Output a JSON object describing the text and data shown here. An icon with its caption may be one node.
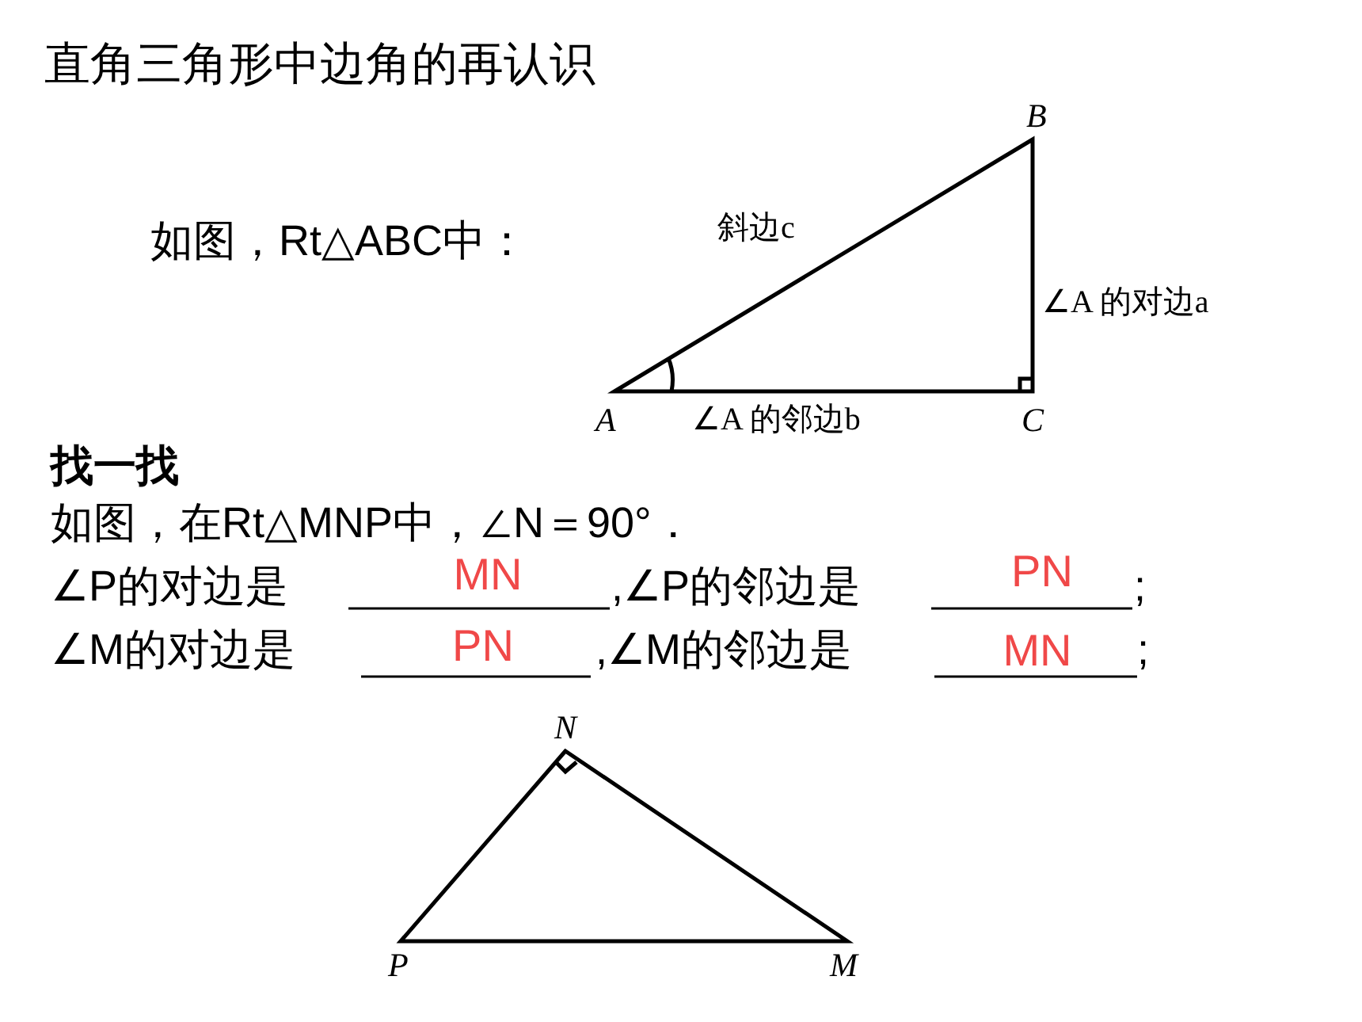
{
  "diagram": {
    "title": "直角三角形中边角的再认识",
    "labels": [
      "如图，Rt△ABC中：",
      "B",
      "斜边c",
      "∠A 的对边a",
      "A",
      "∠A 的邻边b",
      "C",
      "找一找",
      "如图，在Rt△MNP中，∠N＝90°．",
      "∠P的对边是",
      "MN",
      ",∠P的邻边是",
      "PN",
      ";",
      "∠M的对边是",
      "PN",
      ",∠M的邻边是",
      "MN",
      ";",
      "N",
      "P",
      "M"
    ]
  }
}
